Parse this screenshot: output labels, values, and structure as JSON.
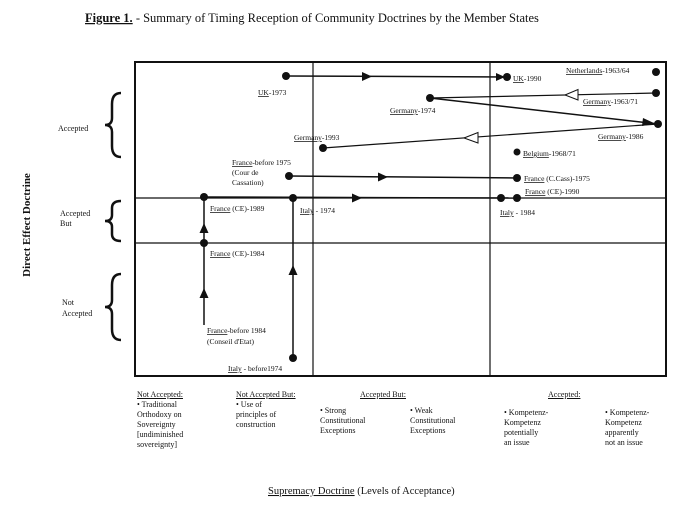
{
  "title": {
    "prefix": "Figure 1.",
    "rest": " - Summary of Timing Reception of Community Doctrines by the Member States"
  },
  "y_axis_label": "Direct Effect Doctrine",
  "x_axis_label": {
    "underlined": "Supremacy Doctrine",
    "rest": " (Levels of Acceptance)"
  },
  "y_levels": [
    {
      "label": "Accepted"
    },
    {
      "label": "Accepted But"
    },
    {
      "label": "Not Accepted"
    }
  ],
  "x_categories": [
    {
      "head": "Not Accepted:",
      "lines": [
        "• Traditional",
        "Orthodoxy on",
        "Sovereignty",
        "[undiminished",
        "sovereignty]"
      ]
    },
    {
      "head": "Not Accepted But:",
      "lines": [
        "• Use of",
        "principles of",
        "construction"
      ]
    },
    {
      "head": "Accepted But:",
      "sub": [
        {
          "lines": [
            "• Strong",
            "Constitutional",
            "Exceptions"
          ]
        },
        {
          "lines": [
            "• Weak",
            "Constitutional",
            "Exceptions"
          ]
        }
      ]
    },
    {
      "head": "Accepted:",
      "sub": [
        {
          "lines": [
            "• Kompetenz-",
            "Kompetenz",
            "potentially",
            "an issue"
          ]
        },
        {
          "lines": [
            "• Kompetenz-",
            "Kompetenz",
            "apparently",
            "not an issue"
          ]
        }
      ]
    }
  ],
  "points": [
    {
      "id": "uk1973",
      "country": "UK",
      "suffix": "-1973"
    },
    {
      "id": "uk1990",
      "country": "UK",
      "suffix": "-1990"
    },
    {
      "id": "neth",
      "country": "Netherlands",
      "suffix": "-1963/64"
    },
    {
      "id": "ger1974",
      "country": "Germany",
      "suffix": "-1974"
    },
    {
      "id": "ger6371",
      "country": "Germany",
      "suffix": "-1963/71"
    },
    {
      "id": "ger1986",
      "country": "Germany",
      "suffix": "-1986"
    },
    {
      "id": "ger1993",
      "country": "Germany",
      "suffix": "-1993"
    },
    {
      "id": "belg",
      "country": "Belgium",
      "suffix": "-1968/71"
    },
    {
      "id": "fr1975",
      "country": "France",
      "suffix": "-before 1975",
      "note_lines": [
        "(Cour de",
        "Cassation)"
      ]
    },
    {
      "id": "frcc",
      "country": "France",
      "suffix": " (C.Cass)-1975"
    },
    {
      "id": "frce1990",
      "country": "France",
      "suffix": " (CE)-1990"
    },
    {
      "id": "frce1989",
      "country": "France",
      "suffix": " (CE)-1989"
    },
    {
      "id": "italy1974",
      "country": "Italy",
      "suffix": " - 1974"
    },
    {
      "id": "italy1984",
      "country": "Italy",
      "suffix": " - 1984"
    },
    {
      "id": "frce1984",
      "country": "France",
      "suffix": " (CE)-1984"
    },
    {
      "id": "frbefore1984",
      "country": "France",
      "suffix": "-before 1984",
      "note_lines": [
        "(Conseil d'Etat)"
      ]
    },
    {
      "id": "italybefore1974",
      "country": "Italy",
      "suffix": " - before1974"
    }
  ]
}
